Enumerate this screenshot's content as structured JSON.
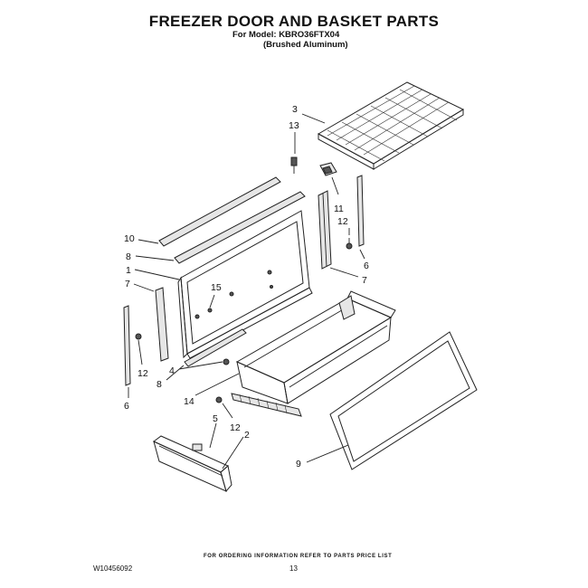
{
  "title": "FREEZER DOOR AND BASKET PARTS",
  "model_line": "For Model: KBRO36FTX04",
  "finish_line": "(Brushed Aluminum)",
  "footer_text": "FOR ORDERING INFORMATION REFER TO PARTS PRICE LIST",
  "doc_number": "W10456092",
  "page_number": "13",
  "callouts": {
    "c3": "3",
    "c13a": "13",
    "c11": "11",
    "c12a": "12",
    "c6a": "6",
    "c7a": "7",
    "c10": "10",
    "c8a": "8",
    "c1": "1",
    "c7b": "7",
    "c15": "15",
    "c12b": "12",
    "c6b": "6",
    "c8b": "8",
    "c4": "4",
    "c14": "14",
    "c5": "5",
    "c12c": "12",
    "c2": "2",
    "c9": "9"
  }
}
